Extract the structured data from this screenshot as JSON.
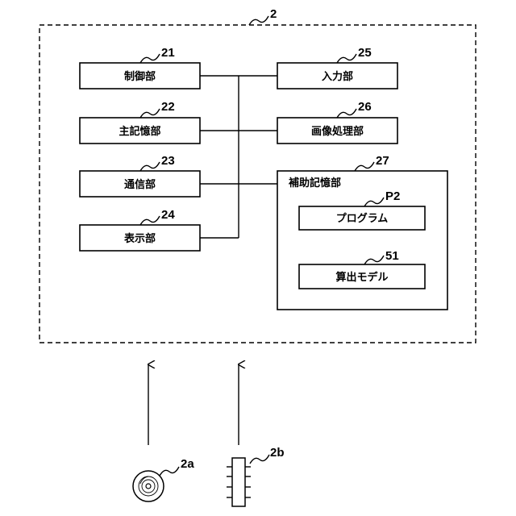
{
  "device": {
    "ref": "2"
  },
  "units": [
    {
      "ref": "21",
      "label": "制御部"
    },
    {
      "ref": "22",
      "label": "主記憶部"
    },
    {
      "ref": "23",
      "label": "通信部"
    },
    {
      "ref": "24",
      "label": "表示部"
    }
  ],
  "right_units": [
    {
      "ref": "25",
      "label": "入力部"
    },
    {
      "ref": "26",
      "label": "画像処理部"
    }
  ],
  "storage": {
    "ref": "27",
    "label": "補助記憶部",
    "program": {
      "ref": "P2",
      "label": "プログラム"
    },
    "model": {
      "ref": "51",
      "label": "算出モデル"
    }
  },
  "media": {
    "disc": {
      "ref": "2a"
    },
    "chip": {
      "ref": "2b"
    }
  }
}
